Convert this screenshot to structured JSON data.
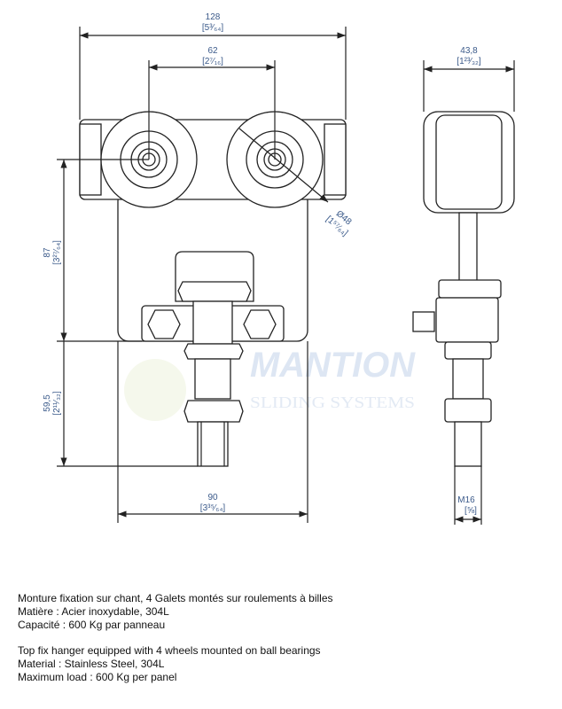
{
  "watermark": {
    "brand": "MANTION",
    "tagline": "SLIDING SYSTEMS"
  },
  "dimensions": {
    "overall_width": {
      "value": "128",
      "imperial": "[5³⁄₆₄]"
    },
    "wheel_spacing": {
      "value": "62",
      "imperial": "[2⁷⁄₁₆]"
    },
    "wheel_diameter": {
      "value": "Ø48",
      "imperial": "[1⁵⁷⁄₆₄]"
    },
    "height_upper": {
      "value": "87",
      "imperial": "[3²⁷⁄₆₄]"
    },
    "height_lower": {
      "value": "59,5",
      "imperial": "[2¹¹⁄₃₂]"
    },
    "plate_width": {
      "value": "90",
      "imperial": "[3³⁵⁄₆₄]"
    },
    "side_width": {
      "value": "43,8",
      "imperial": "[1²³⁄₃₂]"
    },
    "thread": {
      "value": "M16",
      "imperial": "[⅝]"
    }
  },
  "description": {
    "fr": [
      "Monture fixation sur chant, 4 Galets montés sur roulements à billes",
      "Matière : Acier inoxydable, 304L",
      "Capacité : 600 Kg par panneau"
    ],
    "en": [
      "Top fix hanger equipped with 4 wheels mounted on ball bearings",
      "Material : Stainless Steel, 304L",
      "Maximum load : 600 Kg per panel"
    ]
  }
}
